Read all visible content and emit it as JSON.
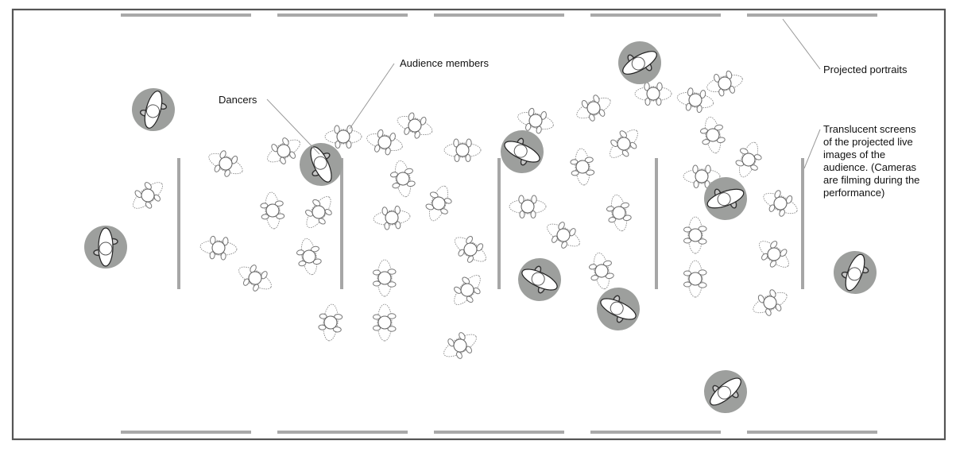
{
  "labels": {
    "dancers": "Dancers",
    "audience_members": "Audience members",
    "projected_portraits": "Projected portraits",
    "screens_line1": "Translucent screens",
    "screens_line2": "of the projected live",
    "screens_line3": "images of the",
    "screens_line4": "audience. (Cameras",
    "screens_line5": "are filming during the",
    "screens_line6": "performance)"
  },
  "colors": {
    "border": "#555555",
    "screen": "#a6a6a6",
    "portrait": "#a9a9a9",
    "dancer_disc": "#9d9f9d",
    "figure_stroke": "#8a8a8a",
    "leader_line": "#999999",
    "text": "#111111"
  },
  "icons": {
    "dancer": "dancer-figure-icon",
    "audience": "audience-figure-icon"
  }
}
